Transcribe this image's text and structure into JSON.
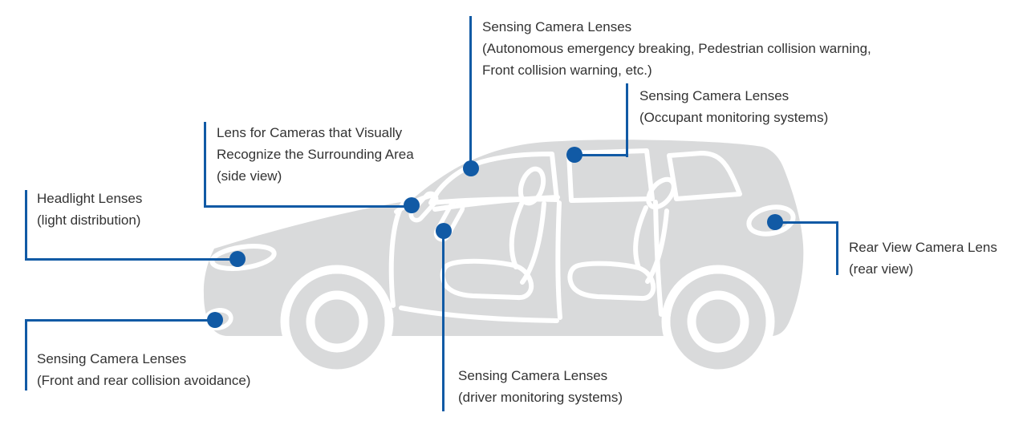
{
  "colors": {
    "accent_blue": "#115aa5",
    "car_gray": "#d9dadb",
    "text": "#333333",
    "background": "#ffffff"
  },
  "car": {
    "icon": "suv-side-silhouette-icon"
  },
  "labels": [
    {
      "id": "sensing-front",
      "lines": [
        "Sensing Camera Lenses",
        "(Autonomous emergency breaking, Pedestrian collision warning,",
        "Front collision warning, etc.)"
      ]
    },
    {
      "id": "occupant-monitoring",
      "lines": [
        "Sensing Camera Lenses",
        "(Occupant monitoring systems)"
      ]
    },
    {
      "id": "surround-view",
      "lines": [
        "Lens for Cameras that Visually",
        "Recognize the Surrounding Area",
        "(side view)"
      ]
    },
    {
      "id": "headlight",
      "lines": [
        "Headlight Lenses",
        "(light distribution)"
      ]
    },
    {
      "id": "front-rear-collision",
      "lines": [
        "Sensing Camera Lenses",
        "(Front and rear collision avoidance)"
      ]
    },
    {
      "id": "driver-monitoring",
      "lines": [
        "Sensing Camera Lenses",
        "(driver monitoring systems)"
      ]
    },
    {
      "id": "rear-view",
      "lines": [
        "Rear View Camera Lens",
        "(rear view)"
      ]
    }
  ]
}
